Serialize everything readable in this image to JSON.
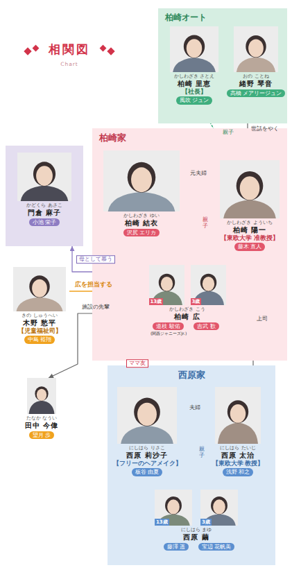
{
  "diagram": {
    "title": "相関図",
    "nodes": [
      {
        "text": [
          "柏崎オート"
        ]
      },
      {
        "text": [
          "かしわざき さとえ",
          "柏崎 里恵",
          "【社長】",
          "風吹 ジュン"
        ],
        "in": 0
      },
      {
        "text": [
          "おの ことね",
          "緒野 琴音",
          "高橋 メアリージュン"
        ],
        "in": 0
      },
      {
        "text": [
          "かどくら あさこ",
          "門倉 麻子",
          "小池 栄子"
        ]
      },
      {
        "text": [
          "柏崎家"
        ]
      },
      {
        "text": [
          "かしわざき ゆい",
          "柏崎 結衣",
          "沢尻 エリカ"
        ],
        "in": 4
      },
      {
        "text": [
          "かしわざき よういち",
          "柏崎 陽一",
          "【東欧大学 准教授】",
          "藤木 直人"
        ],
        "in": 4
      },
      {
        "text": [
          "13歳",
          "3歳",
          "かしわざき こう",
          "柏崎 広",
          "道枝 駿佑",
          "(関西ジャニーズJr.)",
          "吉武 歓"
        ],
        "in": 4
      },
      {
        "text": [
          "きの しゅうへい",
          "木野 愁平",
          "【児童福祉司】",
          "中島 裕翔"
        ]
      },
      {
        "text": [
          "たなか なうい",
          "田中 今偉",
          "望月 歩"
        ]
      },
      {
        "text": [
          "西原家"
        ]
      },
      {
        "text": [
          "にしはら りさこ",
          "西原 莉沙子",
          "【フリーのヘアメイク】",
          "板谷 由夏"
        ],
        "in": 10
      },
      {
        "text": [
          "にしはら たいじ",
          "西原 太治",
          "【東欧大学 教授】",
          "浅野 和之"
        ],
        "in": 10
      },
      {
        "text": [
          "13歳",
          "3歳",
          "にしはら まゆ",
          "西原 繭",
          "藤澤 遥",
          "宝辺 花帆美"
        ],
        "in": 10
      }
    ],
    "edges": [
      {
        "from": 1,
        "to": 6,
        "arrow": "none",
        "label": "親子"
      },
      {
        "from": 2,
        "to": 6,
        "arrow": "to",
        "label": "世話をやく"
      },
      {
        "from": 5,
        "to": 6,
        "arrow": "none",
        "label": "元夫婦"
      },
      {
        "from": 5,
        "to": 7,
        "arrow": "none",
        "label": "親子"
      },
      {
        "from": 6,
        "to": 7,
        "arrow": "none"
      },
      {
        "from": 7,
        "to": 3,
        "arrow": "to",
        "label": "母として慕う"
      },
      {
        "from": 8,
        "to": 7,
        "arrow": "to",
        "label": "広を担当する"
      },
      {
        "from": 7,
        "to": 9,
        "arrow": "to",
        "label": "施設の先輩"
      },
      {
        "from": 5,
        "to": 11,
        "arrow": "none",
        "label": "ママ友"
      },
      {
        "from": 6,
        "to": 12,
        "arrow": "to",
        "label": "上司"
      },
      {
        "from": 11,
        "to": 12,
        "arrow": "none",
        "label": "夫婦"
      },
      {
        "from": 11,
        "to": 13,
        "arrow": "none",
        "label": "親子"
      },
      {
        "from": 12,
        "to": 13,
        "arrow": "none"
      }
    ],
    "labels": [
      "Chart"
    ]
  }
}
